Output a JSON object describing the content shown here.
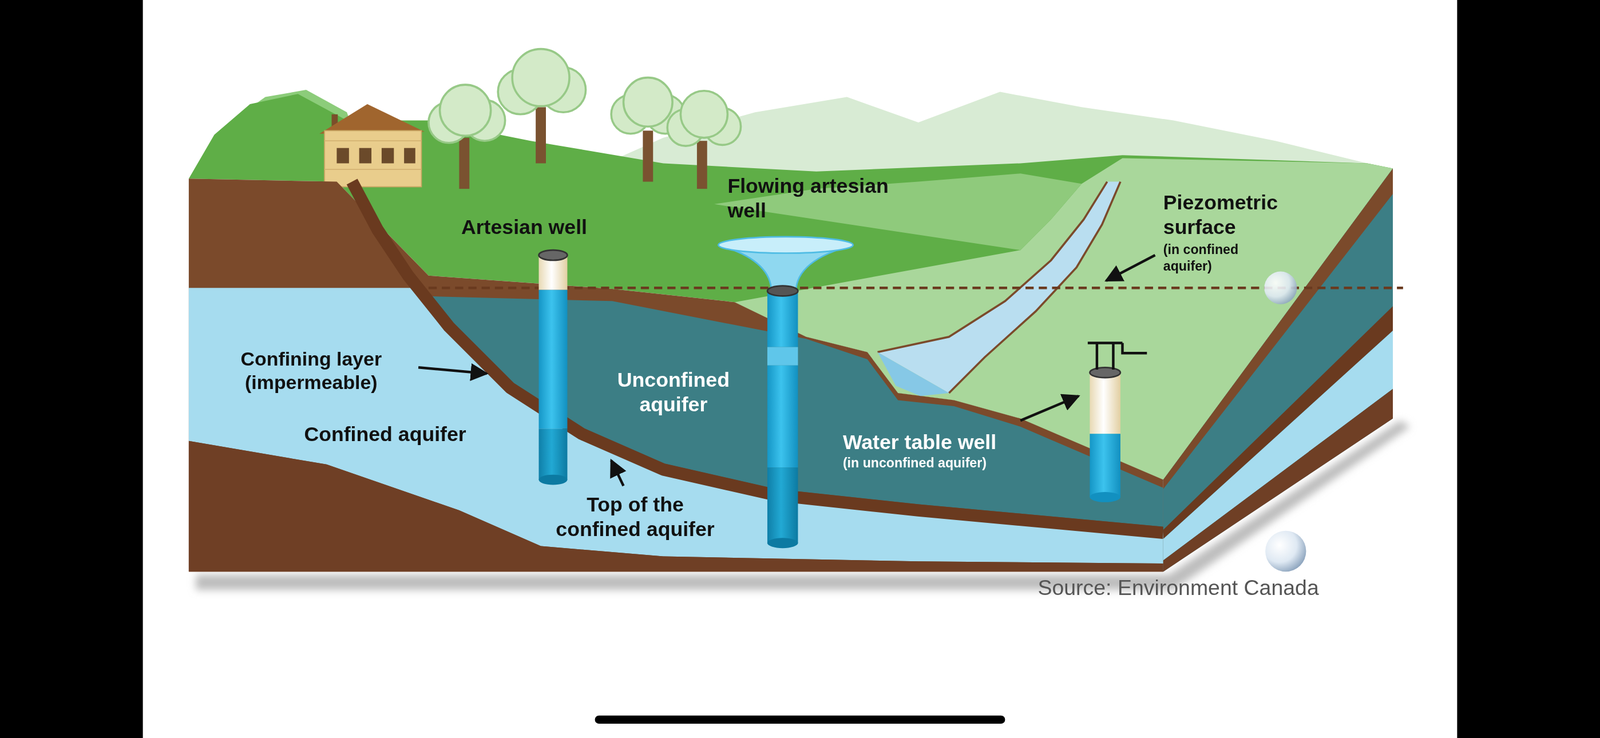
{
  "diagram": {
    "labels": [
      "Flowing artesian well",
      "Artesian well",
      "Piezometric surface",
      "(in confined aquifer)",
      "Confining layer (impermeable)",
      "Unconfined aquifer",
      "Confined aquifer",
      "Water table well",
      "(in unconfined aquifer)",
      "Top of the confined aquifer",
      "Source: Environment Canada"
    ]
  }
}
